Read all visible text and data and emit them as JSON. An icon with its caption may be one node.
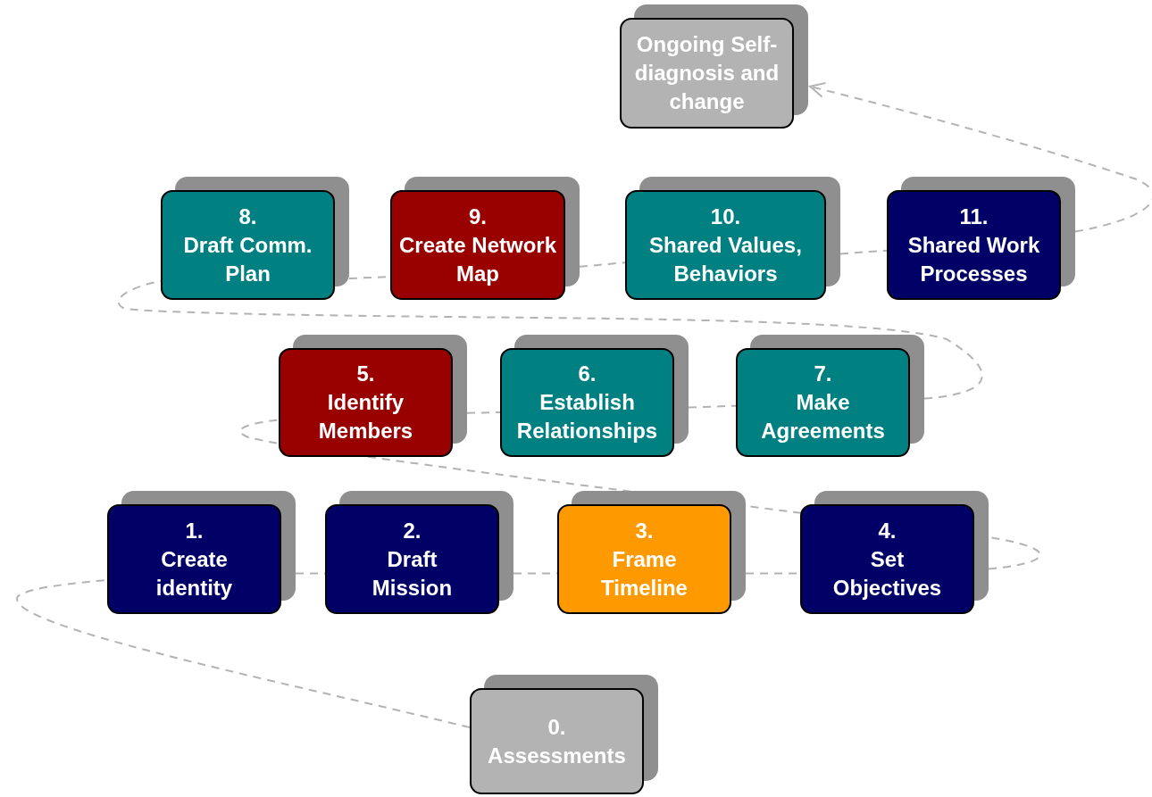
{
  "diagram": {
    "nodes": [
      {
        "text": [
          "Ongoing Self-diagnosis and change"
        ]
      },
      {
        "text": [
          "8.",
          "Draft Comm. Plan"
        ]
      },
      {
        "text": [
          "9.",
          "Create Network Map"
        ]
      },
      {
        "text": [
          "10.",
          "Shared Values, Behaviors"
        ]
      },
      {
        "text": [
          "11.",
          "Shared Work Processes"
        ]
      },
      {
        "text": [
          "5.",
          "Identify Members"
        ]
      },
      {
        "text": [
          "6.",
          "Establish Relationships"
        ]
      },
      {
        "text": [
          "7.",
          "Make Agreements"
        ]
      },
      {
        "text": [
          "1.",
          "Create identity"
        ]
      },
      {
        "text": [
          "2.",
          "Draft Mission"
        ]
      },
      {
        "text": [
          "3.",
          "Frame Timeline"
        ]
      },
      {
        "text": [
          "4.",
          "Set Objectives"
        ]
      },
      {
        "text": [
          "0.",
          "Assessments"
        ]
      }
    ],
    "edges": [
      {
        "from": 12,
        "to": 8,
        "arrow": "none"
      },
      {
        "from": 8,
        "to": 9,
        "arrow": "none"
      },
      {
        "from": 9,
        "to": 10,
        "arrow": "none"
      },
      {
        "from": 10,
        "to": 11,
        "arrow": "none"
      },
      {
        "from": 11,
        "to": 5,
        "arrow": "none"
      },
      {
        "from": 5,
        "to": 6,
        "arrow": "none"
      },
      {
        "from": 6,
        "to": 7,
        "arrow": "none"
      },
      {
        "from": 7,
        "to": 1,
        "arrow": "none"
      },
      {
        "from": 1,
        "to": 2,
        "arrow": "none"
      },
      {
        "from": 2,
        "to": 3,
        "arrow": "none"
      },
      {
        "from": 3,
        "to": 4,
        "arrow": "none"
      },
      {
        "from": 4,
        "to": 0,
        "arrow": "to"
      }
    ]
  }
}
